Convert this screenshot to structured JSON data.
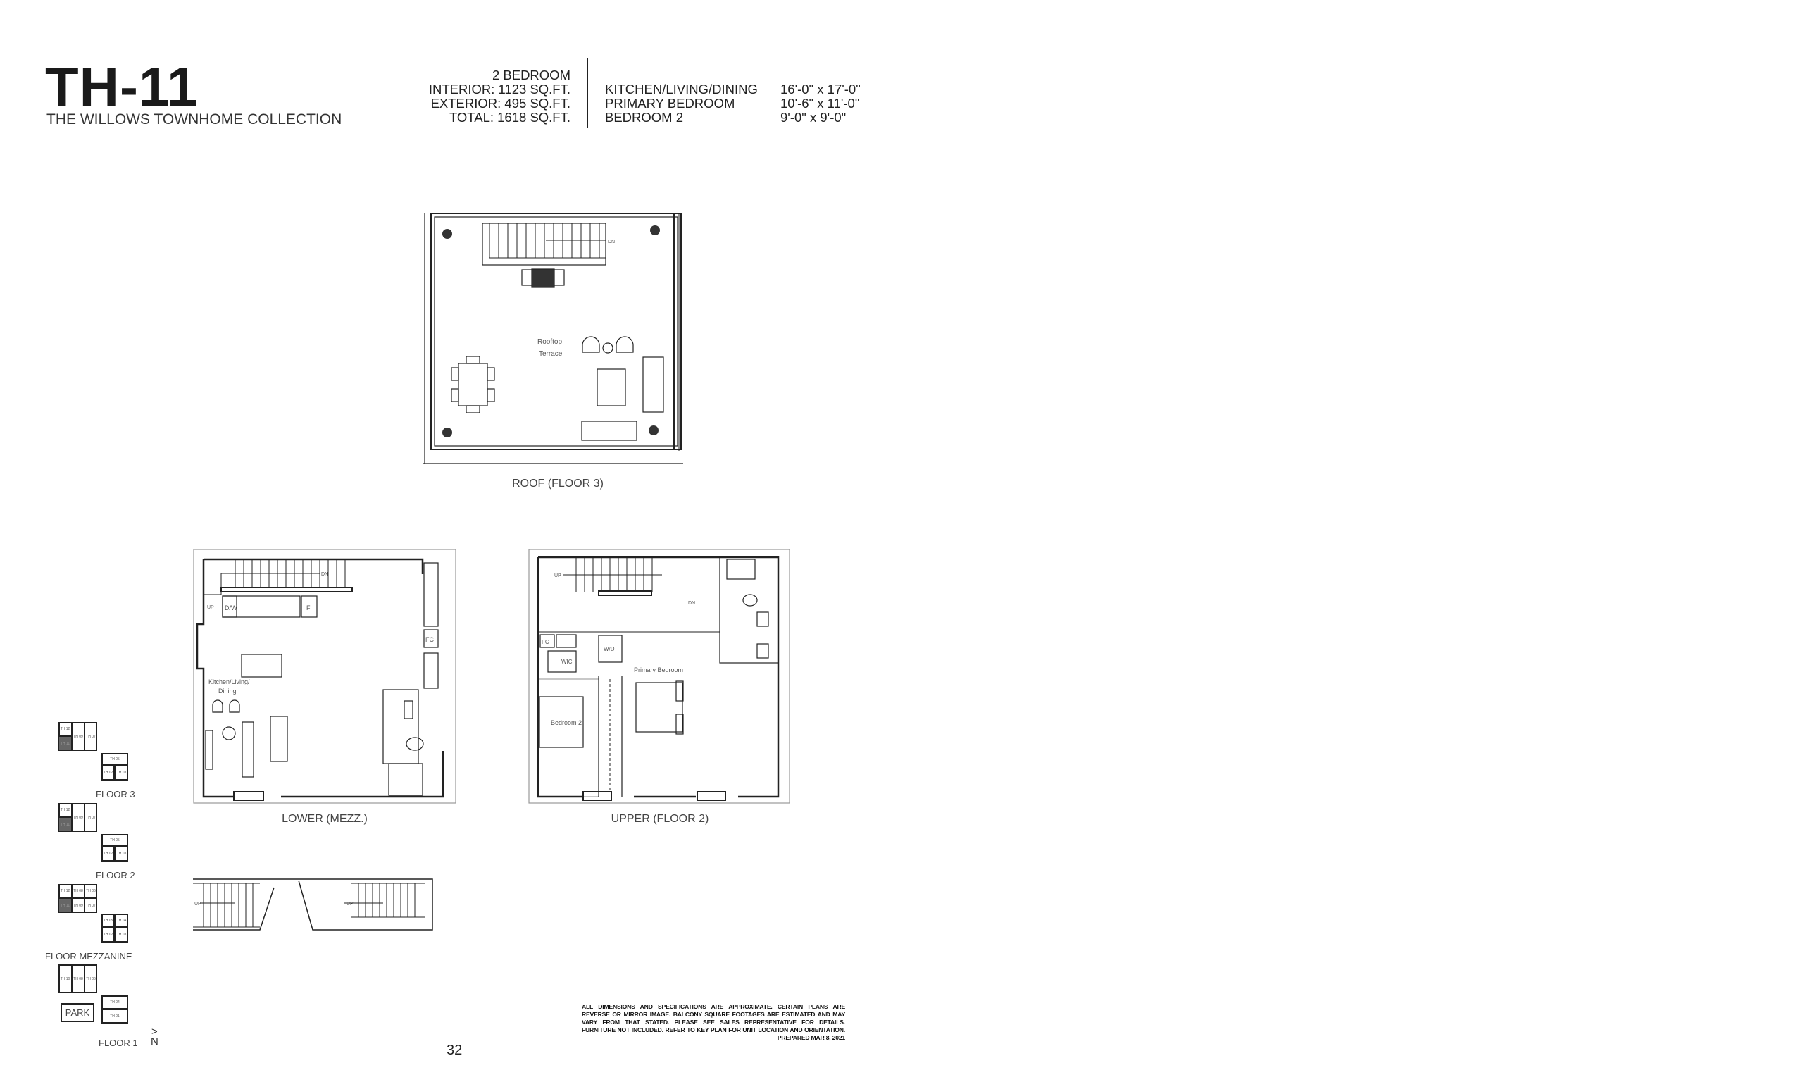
{
  "header": {
    "title": "TH-11",
    "subtitle": "THE WILLOWS TOWNHOME COLLECTION",
    "stats": [
      "2 BEDROOM",
      "INTERIOR: 1123 SQ.FT.",
      "EXTERIOR: 495 SQ.FT.",
      "TOTAL: 1618 SQ.FT."
    ],
    "rooms": [
      {
        "name": "KITCHEN/LIVING/DINING",
        "size": "16'-0\" x 17'-0\""
      },
      {
        "name": "PRIMARY BEDROOM",
        "size": "10'-6\" x 11'-0\""
      },
      {
        "name": "BEDROOM 2",
        "size": "9'-0\" x 9'-0\""
      }
    ]
  },
  "plans": {
    "roof": {
      "caption": "ROOF (FLOOR 3)",
      "label1": "Rooftop",
      "label2": "Terrace",
      "dn": "DN"
    },
    "lower": {
      "caption": "LOWER (MEZZ.)",
      "label1": "Kitchen/Living/",
      "label2": "Dining",
      "dw": "D/W",
      "fridge": "F",
      "fc": "FC",
      "up": "UP",
      "dn": "DN"
    },
    "upper": {
      "caption": "UPPER (FLOOR 2)",
      "primary": "Primary Bedroom",
      "bedroom2": "Bedroom 2",
      "wic": "WIC",
      "wd": "W/D",
      "fc": "FC",
      "up": "UP",
      "dn": "DN"
    },
    "stair": {
      "up1": "UP",
      "up2": "UP"
    }
  },
  "keyplans": [
    {
      "label": "FLOOR 3",
      "cells": [
        "TH 12",
        "TH 11",
        "TH 09",
        "TH 07",
        "TH 05",
        "TH 02",
        "TH 03"
      ]
    },
    {
      "label": "FLOOR 2",
      "cells": [
        "TH 12",
        "TH 11",
        "TH 09",
        "TH 07",
        "TH 05",
        "TH 02",
        "TH 03"
      ]
    },
    {
      "label": "FLOOR MEZZANINE",
      "cells": [
        "TH 12",
        "TH 08",
        "TH 06",
        "TH 11",
        "TH 09",
        "TH 07",
        "TH 05",
        "TH 04",
        "TH 02",
        "TH 03"
      ]
    },
    {
      "label": "FLOOR 1",
      "cells": [
        "TH 10",
        "TH 08",
        "TH 06",
        "TH 04",
        "TH 01"
      ],
      "park": "PARK"
    }
  ],
  "north": "N",
  "disclaimer": "ALL DIMENSIONS AND SPECIFICATIONS ARE APPROXIMATE. CERTAIN PLANS ARE REVERSE OR MIRROR IMAGE. BALCONY SQUARE FOOTAGES ARE ESTIMATED AND MAY VARY FROM THAT STATED. PLEASE SEE SALES REPRESENTATIVE FOR DETAILS. FURNITURE NOT INCLUDED. REFER TO KEY PLAN FOR UNIT LOCATION AND ORIENTATION. PREPARED MAR 8, 2021",
  "page_number": "32"
}
